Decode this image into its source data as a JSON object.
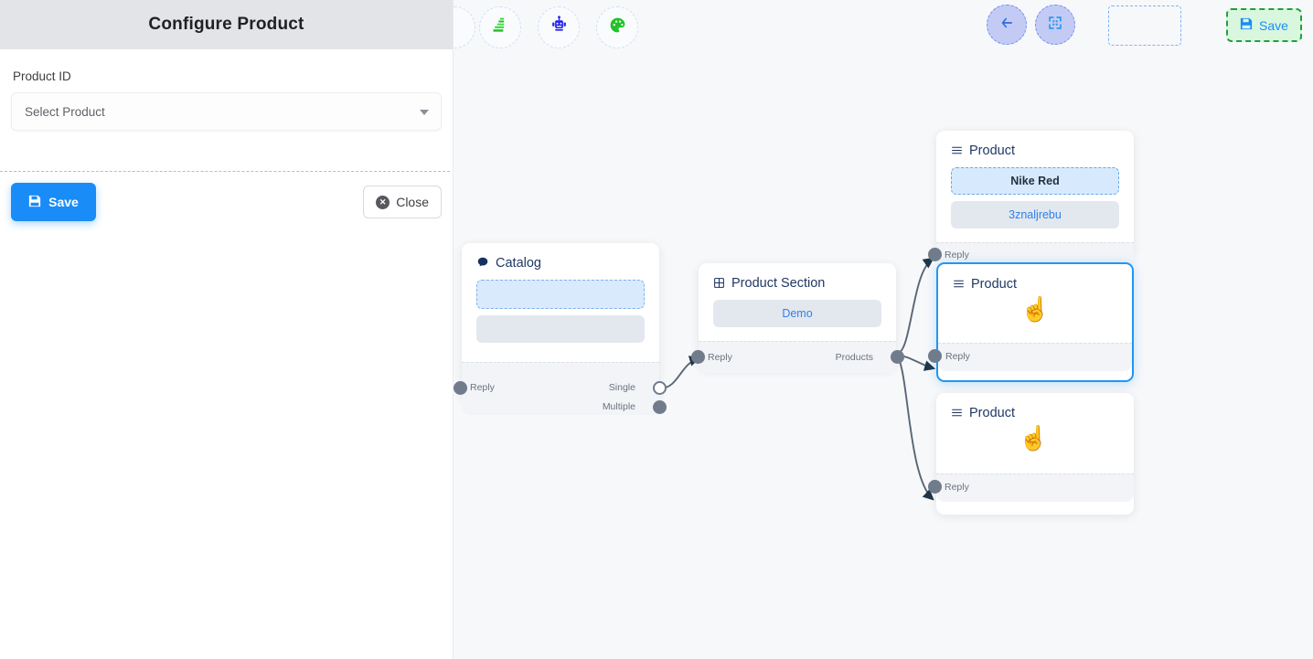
{
  "panel": {
    "title": "Configure Product",
    "field_label": "Product ID",
    "select_value": "Select Product",
    "caret_icon": "chevron-down-icon",
    "save_label": "Save",
    "save_icon": "save-floppy-icon",
    "close_label": "Close",
    "close_icon": "close-circle-icon"
  },
  "toolbar": {
    "left_icons": [
      {
        "name": "layers-stack-icon",
        "glyph": "≡",
        "color": "#22c227"
      },
      {
        "name": "robot-icon",
        "glyph": "▣",
        "color": "#2323ee"
      },
      {
        "name": "palette-icon",
        "glyph": "●",
        "color": "#22c227"
      }
    ],
    "back_icon": "arrow-left-icon",
    "fit_icon": "fit-screen-icon",
    "placeholder_slot": "empty-slot",
    "save_label": "Save",
    "save_icon": "save-floppy-icon"
  },
  "colors": {
    "panel_header_bg": "#e2e4e8",
    "primary_blue": "#1a8cf8",
    "canvas_bg": "#f7f8fa",
    "selected_border": "#2196f3",
    "save_green_bg": "#d9f7de",
    "save_green_border": "#22a03a",
    "port_grey": "#707c8c",
    "edge_stroke": "#5a6577"
  },
  "nodes": [
    {
      "id": "catalog",
      "title": "Catalog",
      "icon": "chat-bubble-icon",
      "items": [
        {
          "type": "empty-dashed",
          "label": ""
        },
        {
          "type": "empty-grey",
          "label": ""
        }
      ],
      "ports_in": [
        {
          "label": "Reply"
        }
      ],
      "ports_out": [
        {
          "label": "Single",
          "style": "hollow"
        },
        {
          "label": "Multiple",
          "style": "filled"
        }
      ]
    },
    {
      "id": "product-section",
      "title": "Product Section",
      "icon": "grid-table-icon",
      "items": [
        {
          "type": "demo",
          "label": "Demo"
        }
      ],
      "ports_in": [
        {
          "label": "Reply"
        }
      ],
      "ports_out": [
        {
          "label": "Products",
          "style": "filled"
        }
      ]
    },
    {
      "id": "product-1",
      "title": "Product",
      "icon": "list-lines-icon",
      "items": [
        {
          "type": "dashed-blue",
          "label": "Nike Red"
        },
        {
          "type": "grey-blue",
          "label": "3znaljrebu"
        }
      ],
      "ports_in": [
        {
          "label": "Reply"
        }
      ],
      "ports_out": []
    },
    {
      "id": "product-2",
      "title": "Product",
      "icon": "list-lines-icon",
      "items": [],
      "selected": true,
      "cursor": "pointing-hand-cursor",
      "ports_in": [
        {
          "label": "Reply"
        }
      ],
      "ports_out": []
    },
    {
      "id": "product-3",
      "title": "Product",
      "icon": "list-lines-icon",
      "items": [],
      "cursor": "pointing-hand-cursor",
      "ports_in": [
        {
          "label": "Reply"
        }
      ],
      "ports_out": []
    }
  ]
}
